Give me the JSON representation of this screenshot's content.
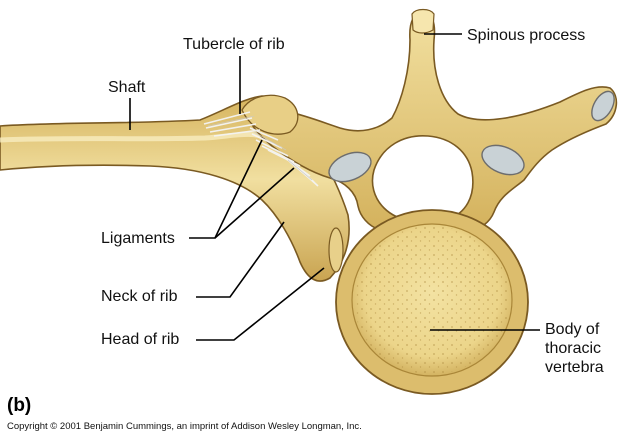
{
  "labels": {
    "tubercle": "Tubercle of rib",
    "shaft": "Shaft",
    "spinous": "Spinous process",
    "ligaments": "Ligaments",
    "neck": "Neck of rib",
    "head": "Head of rib",
    "body_line1": "Body of",
    "body_line2": "thoracic",
    "body_line3": "vertebra"
  },
  "panel_letter": "(b)",
  "copyright": "Copyright © 2001 Benjamin Cummings, an imprint of Addison Wesley Longman, Inc.",
  "colors": {
    "bone_fill": "#e6c977",
    "bone_light": "#f3e3a8",
    "bone_shadow": "#b6923e",
    "outline": "#7a5a22",
    "cartilage": "#c9d2d6",
    "ligament": "#f4f4f4",
    "leader": "#000000"
  }
}
